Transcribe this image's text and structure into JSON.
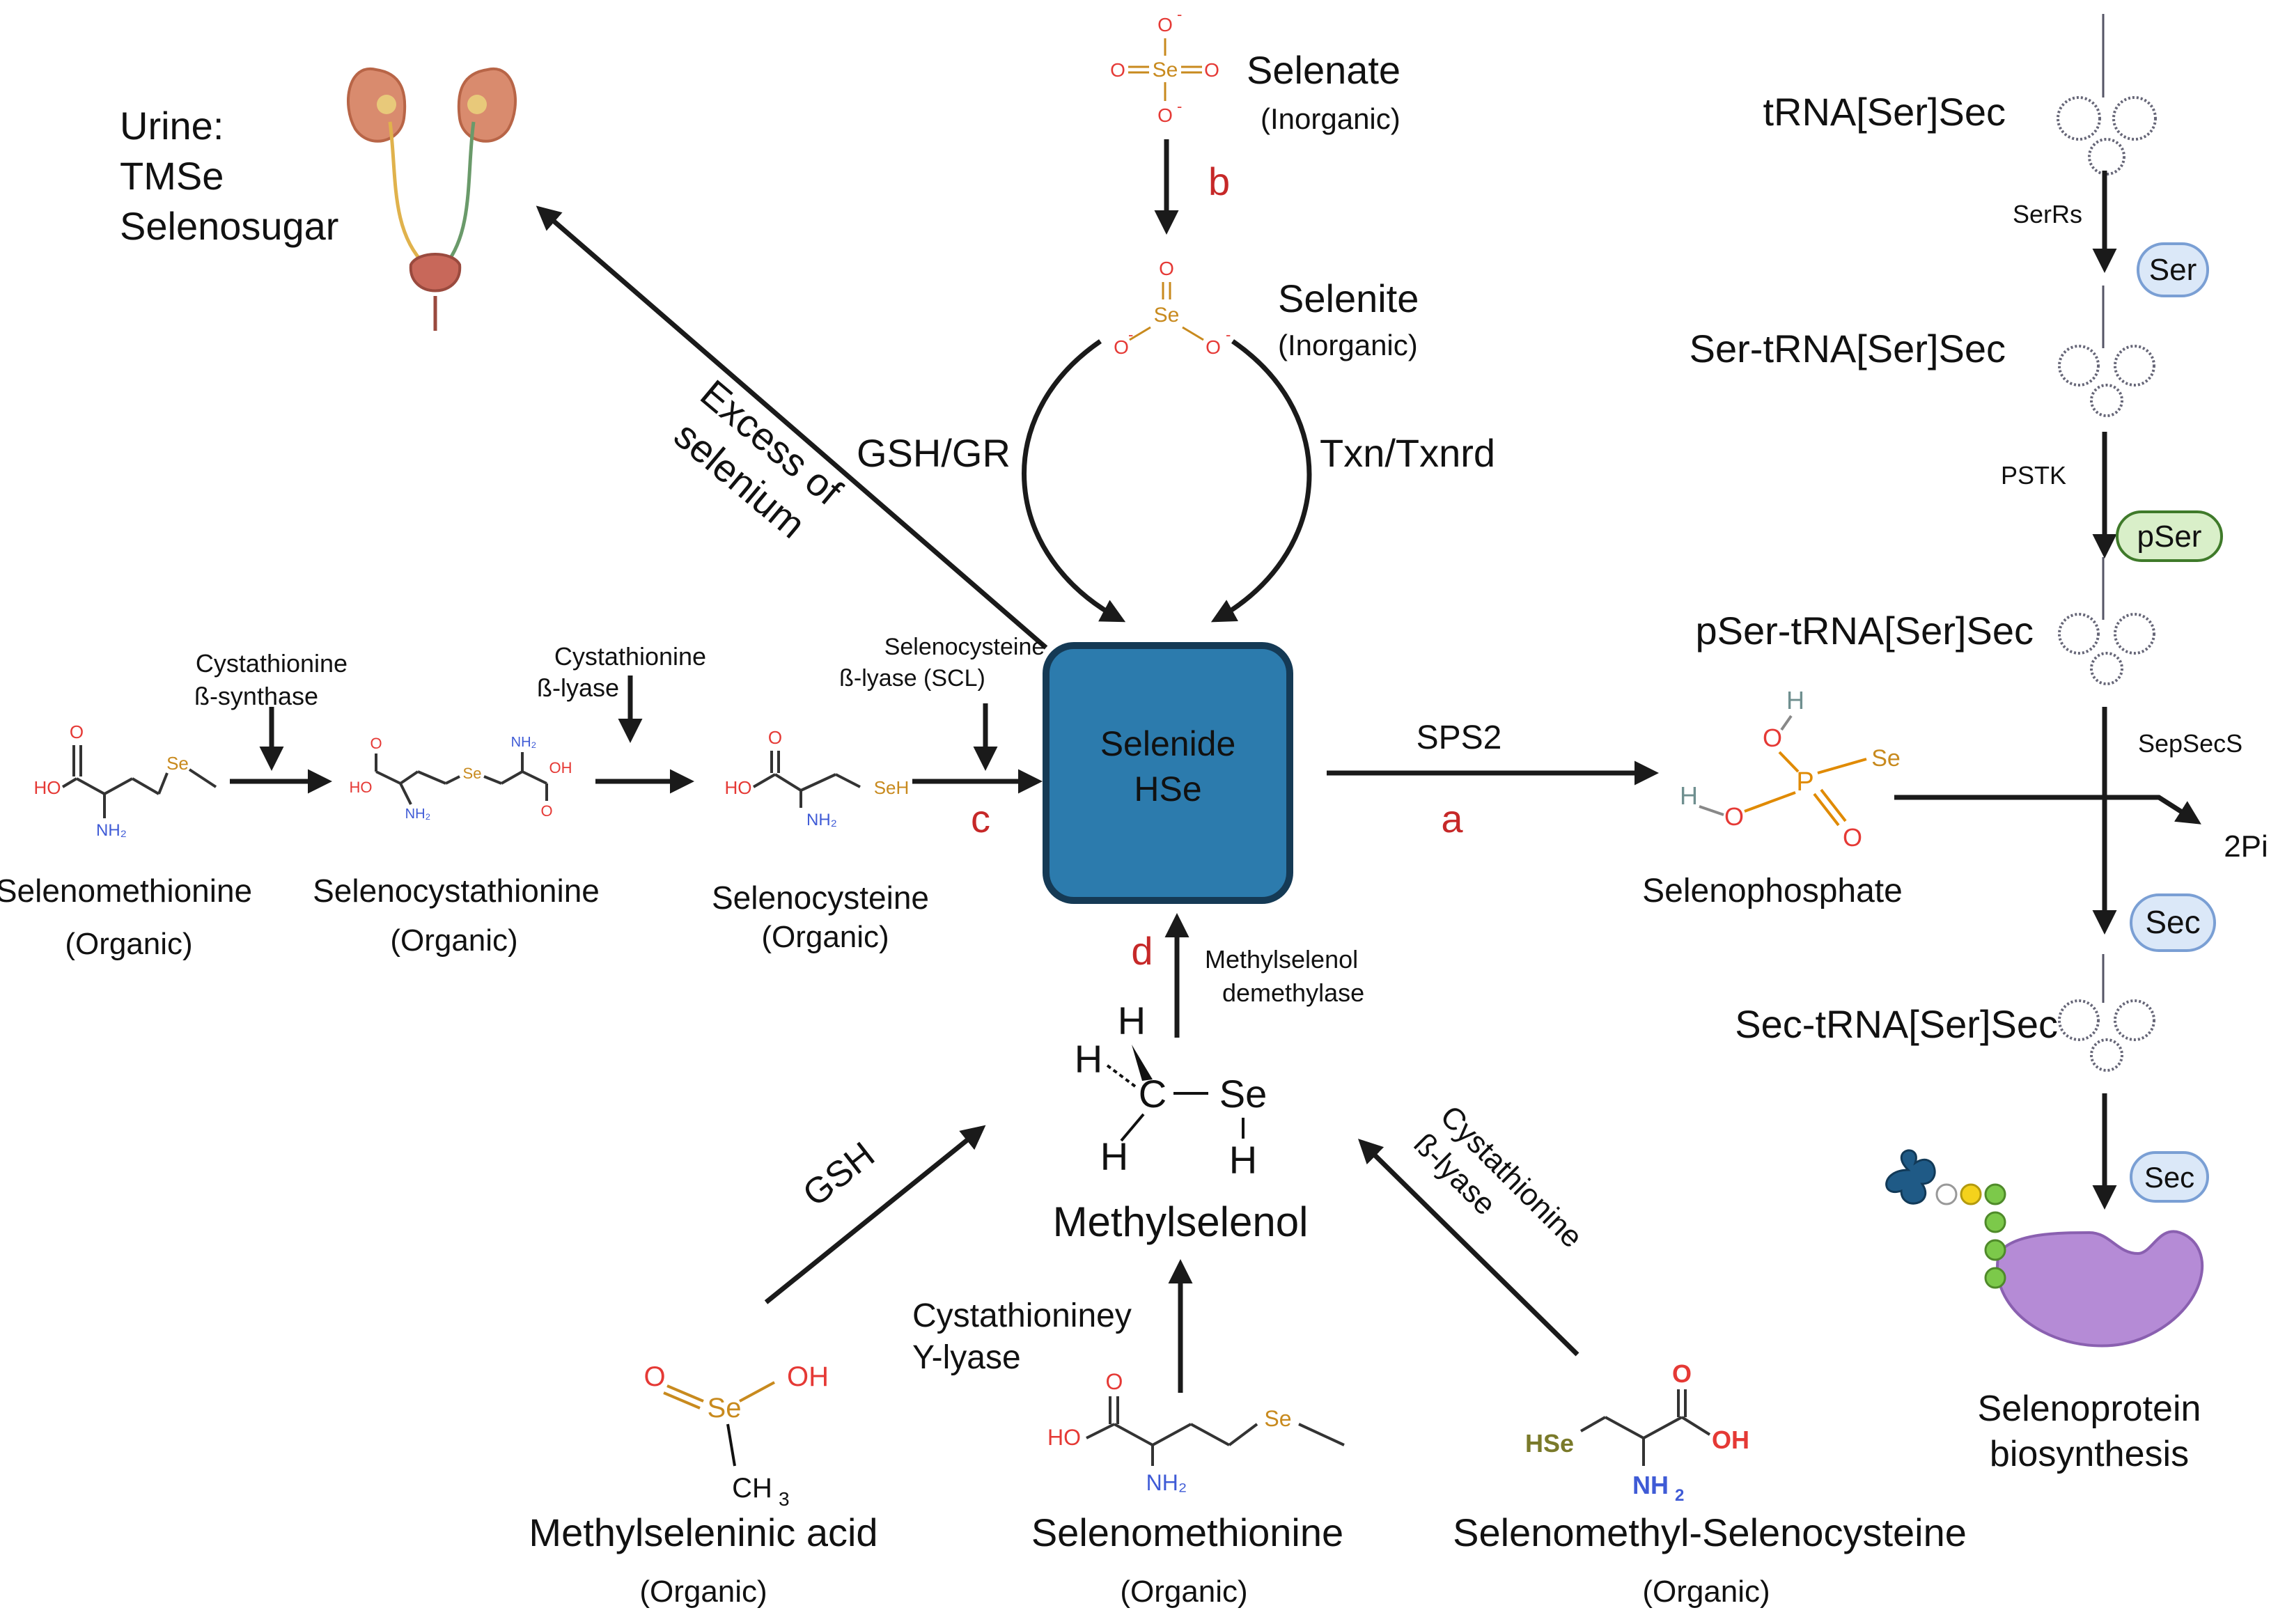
{
  "center": {
    "line1": "Selenide",
    "line2": "HSe",
    "fill": "#2c7bad"
  },
  "urine": {
    "line1": "Urine:",
    "line2": "TMSe",
    "line3": "Selenosugar"
  },
  "excess": {
    "line1": "Excess of",
    "line2": "selenium"
  },
  "selenate": {
    "name": "Selenate",
    "type": "(Inorganic)",
    "atom_se": "Se",
    "atom_o": "O",
    "minus": "-"
  },
  "selenite": {
    "name": "Selenite",
    "type": "(Inorganic)",
    "atom_se": "Se",
    "atom_o": "O",
    "minus": "-"
  },
  "step_letters": {
    "a": "a",
    "b": "b",
    "c": "c",
    "d": "d"
  },
  "enzymes": {
    "gsh_gr": "GSH/GR",
    "txn": "Txn/Txnrd",
    "cbs_1": "Cystathionine",
    "cbs_2": "ß-synthase",
    "cbl_1": "Cystathionine",
    "cbl_2": "ß-lyase",
    "scl_1": "Selenocysteine",
    "scl_2": "ß-lyase (SCL)",
    "sps2": "SPS2",
    "demeth_1": "Methylselenol",
    "demeth_2": "demethylase",
    "gsh": "GSH",
    "cgl_1": "Cystathioniney",
    "cgl_2": "Y-lyase",
    "cbl2_1": "Cystathionine",
    "cbl2_2": "ß-lyase",
    "serrs": "SerRs",
    "pstk": "PSTK",
    "sepsecs": "SepSecS"
  },
  "organics": {
    "semet": {
      "name": "Selenomethionine",
      "type": "(Organic)"
    },
    "secysta": {
      "name": "Selenocystathionine",
      "type": "(Organic)"
    },
    "sec": {
      "name": "Selenocysteine",
      "type": "(Organic)"
    },
    "msa": {
      "name": "Methylseleninic acid",
      "type": "(Organic)"
    },
    "semet2": {
      "name": "Selenomethionine",
      "type": "(Organic)"
    },
    "msec": {
      "name": "Selenomethyl-Selenocysteine",
      "type": "(Organic)"
    }
  },
  "atoms": {
    "ho": "HO",
    "oh": "OH",
    "o": "O",
    "nh2": "NH₂",
    "se": "Se",
    "seh": "SeH",
    "hse": "HSe",
    "h": "H",
    "c": "C",
    "ch3": "CH",
    "three": "3",
    "p": "P",
    "nh2_bold": "NH"
  },
  "methylselenol": {
    "name": "Methylselenol"
  },
  "selenophosphate": {
    "name": "Selenophosphate",
    "product": "2Pi"
  },
  "trna": {
    "t1": "tRNA[Ser]Sec",
    "t2": "Ser-tRNA[Ser]Sec",
    "t3": "pSer-tRNA[Ser]Sec",
    "t4": "Sec-tRNA[Ser]Sec",
    "ser": "Ser",
    "pser": "pSer",
    "sec": "Sec",
    "sec2": "Sec"
  },
  "selenoprotein": {
    "line1": "Selenoprotein",
    "line2": "biosynthesis"
  },
  "colors": {
    "pill": "#dbe8f8",
    "pser_pill": "#d9efc9",
    "ribosome": "#b58bd6",
    "red_letter": "#c62828"
  }
}
